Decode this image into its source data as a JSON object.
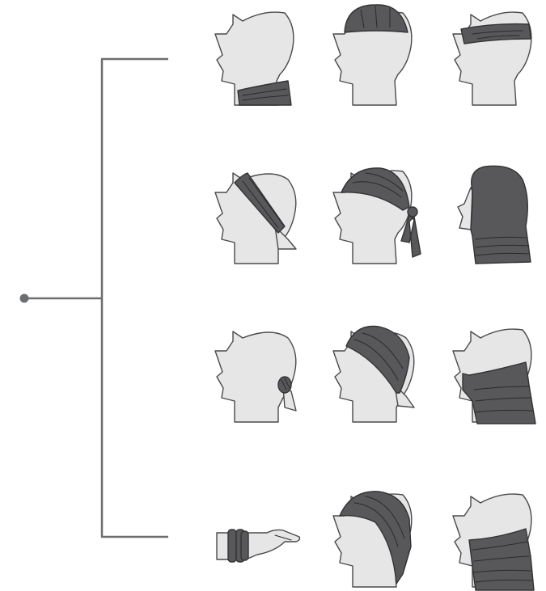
{
  "colors": {
    "skin": "#e6e6e6",
    "outline": "#4a4a4a",
    "cloth": "#58585a",
    "connector": "#6d6e71"
  },
  "tree": {
    "root_icon": "root-node-dot",
    "branches": 4
  },
  "styles": [
    {
      "row": 1,
      "col": 1,
      "icon": "neck-gaiter-head-icon"
    },
    {
      "row": 1,
      "col": 2,
      "icon": "beanie-cap-head-icon"
    },
    {
      "row": 1,
      "col": 3,
      "icon": "headband-head-icon"
    },
    {
      "row": 2,
      "col": 1,
      "icon": "alice-band-head-icon"
    },
    {
      "row": 2,
      "col": 2,
      "icon": "pirate-knot-head-icon"
    },
    {
      "row": 2,
      "col": 3,
      "icon": "balaclava-hood-head-icon"
    },
    {
      "row": 3,
      "col": 1,
      "icon": "hair-tie-head-icon"
    },
    {
      "row": 3,
      "col": 2,
      "icon": "bandana-head-icon"
    },
    {
      "row": 3,
      "col": 3,
      "icon": "face-mask-head-icon"
    },
    {
      "row": 4,
      "col": 1,
      "icon": "wristband-icon"
    },
    {
      "row": 4,
      "col": 2,
      "icon": "sahara-head-icon"
    },
    {
      "row": 4,
      "col": 3,
      "icon": "scarf-head-icon"
    }
  ]
}
